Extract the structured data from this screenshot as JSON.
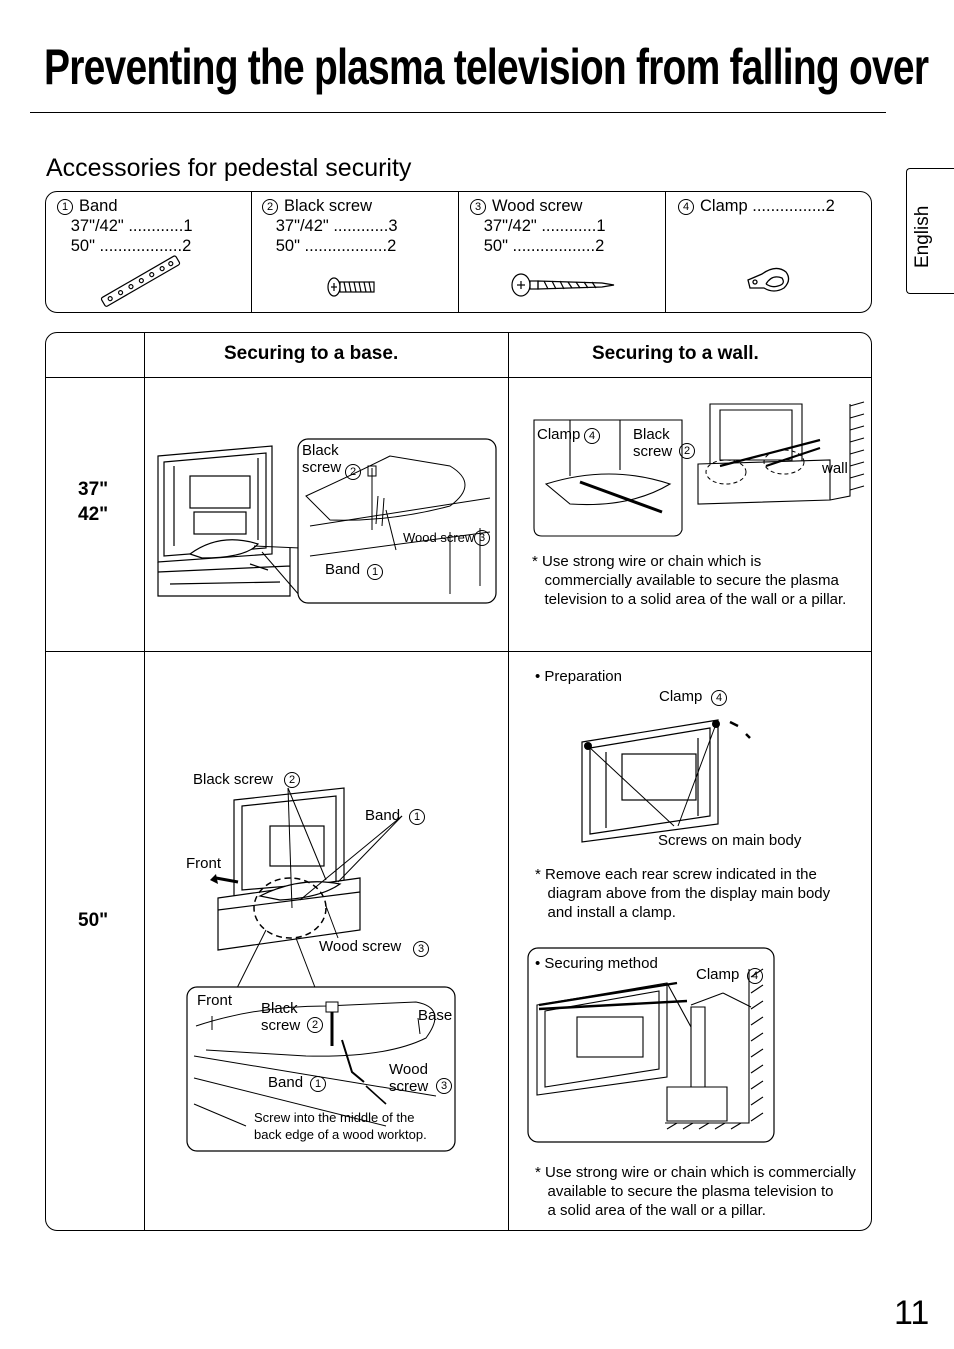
{
  "page": {
    "title": "Preventing the plasma television from falling over",
    "language_tab": "English",
    "page_number": "11"
  },
  "accessories": {
    "heading": "Accessories for pedestal security",
    "items": [
      {
        "number": "1",
        "text": "Band\n   37\"/42\" ............1\n   50\" ..................2",
        "icon": "band-icon"
      },
      {
        "number": "2",
        "text": "Black screw\n   37\"/42\" ............3\n   50\" ..................2",
        "icon": "black-screw-icon"
      },
      {
        "number": "3",
        "text": "Wood screw\n   37\"/42\" ............1\n   50\" ..................2",
        "icon": "wood-screw-icon"
      },
      {
        "number": "4",
        "text": "Clamp ................2",
        "icon": "clamp-icon"
      }
    ]
  },
  "table": {
    "col_base": "Securing to a base.",
    "col_wall": "Securing to a wall.",
    "row_small": "37\"\n42\"",
    "row_large": "50\""
  },
  "labels": {
    "black_screw_2line": "Black\nscrew",
    "black_screw": "Black screw",
    "wood_screw": "Wood screw",
    "wood_screw_2line": "Wood\nscrew",
    "band": "Band",
    "clamp": "Clamp",
    "wall": "wall",
    "front": "Front",
    "base": "Base",
    "screws_main_body": "Screws on main body",
    "preparation": "• Preparation",
    "securing_method": "• Securing method",
    "worktop_note": "Screw into the middle of the\nback edge of a wood worktop."
  },
  "notes": {
    "wall_small": "* Use strong wire or chain which is\n   commercially available to secure the plasma\n   television to a solid area of the wall or a pillar.",
    "remove_screw": "* Remove each rear screw indicated in the\n   diagram above from the display main body\n   and install a clamp.",
    "wall_large": "* Use strong wire or chain which is commercially\n   available to secure the plasma television to\n   a solid area of the wall or a pillar."
  }
}
